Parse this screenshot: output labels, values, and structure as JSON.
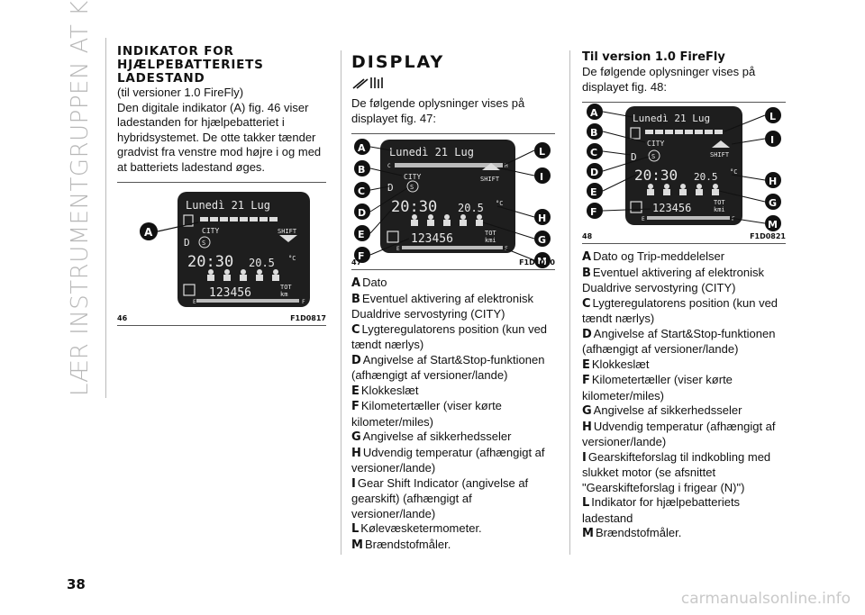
{
  "side_title": "LÆR INSTRUMENTGRUPPEN AT KENDE",
  "page_number": "38",
  "watermark": "carmanualsonline.info",
  "col1": {
    "heading_lines": [
      "INDIKATOR FOR",
      "HJÆLPEBATTERIETS",
      "LADESTAND"
    ],
    "subtitle": "(til versioner 1.0 FireFly)",
    "body": "Den digitale indikator (A) fig. 46 viser ladestanden for hjælpebatteriet i hybridsystemet. De otte takker tænder gradvist fra venstre mod højre i og med at batteriets ladestand øges.",
    "fig_num": "46",
    "fig_code": "F1D0817"
  },
  "col2": {
    "heading": "DISPLAY",
    "intro": "De følgende oplysninger vises på displayet fig. 47:",
    "fig_num": "47",
    "fig_code": "F1D1020",
    "items": [
      {
        "k": "A",
        "t": "Dato"
      },
      {
        "k": "B",
        "t": "Eventuel aktivering af elektronisk Dualdrive servostyring (CITY)"
      },
      {
        "k": "C",
        "t": "Lygteregulatorens position (kun ved tændt nærlys)"
      },
      {
        "k": "D",
        "t": "Angivelse af Start&Stop-funktionen (afhængigt af versioner/lande)"
      },
      {
        "k": "E",
        "t": "Klokkeslæt"
      },
      {
        "k": "F",
        "t": "Kilometertæller (viser kørte kilometer/miles)"
      },
      {
        "k": "G",
        "t": "Angivelse af sikkerhedsseler"
      },
      {
        "k": "H",
        "t": "Udvendig temperatur (afhængigt af versioner/lande)"
      },
      {
        "k": "I",
        "t": "Gear Shift Indicator (angivelse af gearskift) (afhængigt af versioner/lande)"
      },
      {
        "k": "L",
        "t": "Kølevæsketermometer."
      },
      {
        "k": "M",
        "t": "Brændstofmåler."
      }
    ]
  },
  "col3": {
    "heading": "Til version 1.0 FireFly",
    "intro": "De følgende oplysninger vises på displayet fig. 48:",
    "fig_num": "48",
    "fig_code": "F1D0821",
    "items": [
      {
        "k": "A",
        "t": "Dato og Trip-meddelelser"
      },
      {
        "k": "B",
        "t": "Eventuel aktivering af elektronisk Dualdrive servostyring (CITY)"
      },
      {
        "k": "C",
        "t": "Lygteregulatorens position (kun ved tændt nærlys)"
      },
      {
        "k": "D",
        "t": "Angivelse af Start&Stop-funktionen (afhængigt af versioner/lande)"
      },
      {
        "k": "E",
        "t": "Klokkeslæt"
      },
      {
        "k": "F",
        "t": "Kilometertæller (viser kørte kilometer/miles)"
      },
      {
        "k": "G",
        "t": "Angivelse af sikkerhedsseler"
      },
      {
        "k": "H",
        "t": "Udvendig temperatur (afhængigt af versioner/lande)"
      },
      {
        "k": "I",
        "t": "Gearskifteforslag til indkobling med slukket motor (se afsnittet \"Gearskifteforslag i frigear (N)\")"
      },
      {
        "k": "L",
        "t": "Indikator for hjælpebatteriets ladestand"
      },
      {
        "k": "M",
        "t": "Brændstofmåler."
      }
    ]
  },
  "lcd": {
    "date": "Lunedì 21 Lug",
    "city": "CITY",
    "shift": "SHIFT",
    "time": "20:30",
    "temp": "20.5",
    "temp_unit": "°C",
    "odo": "123456",
    "tot": "TOT",
    "km": "km",
    "kmi": "kmi",
    "s_badge": "S",
    "e_mark": "E",
    "f_mark": "F",
    "c_mark": "C",
    "h_mark": "H",
    "d_mark": "D"
  },
  "callouts": {
    "fig46": [
      "A"
    ],
    "left": [
      "A",
      "B",
      "C",
      "D",
      "E",
      "F"
    ],
    "right47": [
      "L",
      "I",
      "H",
      "G",
      "M"
    ],
    "right48": [
      "L",
      "I",
      "H",
      "G",
      "M"
    ]
  }
}
